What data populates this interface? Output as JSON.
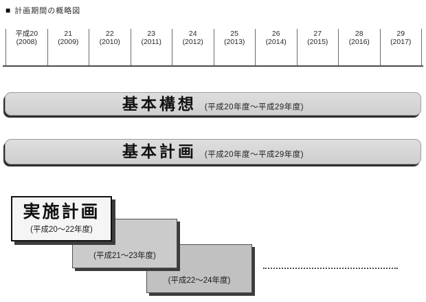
{
  "page": {
    "marker": "■",
    "title": "計画期間の概略図"
  },
  "timeline": {
    "years": [
      {
        "era": "平成20",
        "western": "(2008)"
      },
      {
        "era": "21",
        "western": "(2009)"
      },
      {
        "era": "22",
        "western": "(2010)"
      },
      {
        "era": "23",
        "western": "(2011)"
      },
      {
        "era": "24",
        "western": "(2012)"
      },
      {
        "era": "25",
        "western": "(2013)"
      },
      {
        "era": "26",
        "western": "(2014)"
      },
      {
        "era": "27",
        "western": "(2015)"
      },
      {
        "era": "28",
        "western": "(2016)"
      },
      {
        "era": "29",
        "western": "(2017)"
      }
    ]
  },
  "plans": {
    "basic_concept": {
      "title": "基本構想",
      "period": "(平成20年度～平成29年度)"
    },
    "basic_plan": {
      "title": "基本計画",
      "period": "(平成20年度～平成29年度)"
    }
  },
  "implementation": {
    "title": "実施計画",
    "boxes": [
      {
        "period": "(平成20～22年度)"
      },
      {
        "period": "(平成21～23年度)"
      },
      {
        "period": "(平成22～24年度)"
      }
    ]
  },
  "colors": {
    "bar_fill": "#d6d6d6",
    "box1_fill": "#f5f5f5",
    "box2_fill": "#cbcbcb",
    "box3_fill": "#c1c1c1",
    "shadow": "#3c3c3c",
    "line": "#4a4a4a"
  }
}
